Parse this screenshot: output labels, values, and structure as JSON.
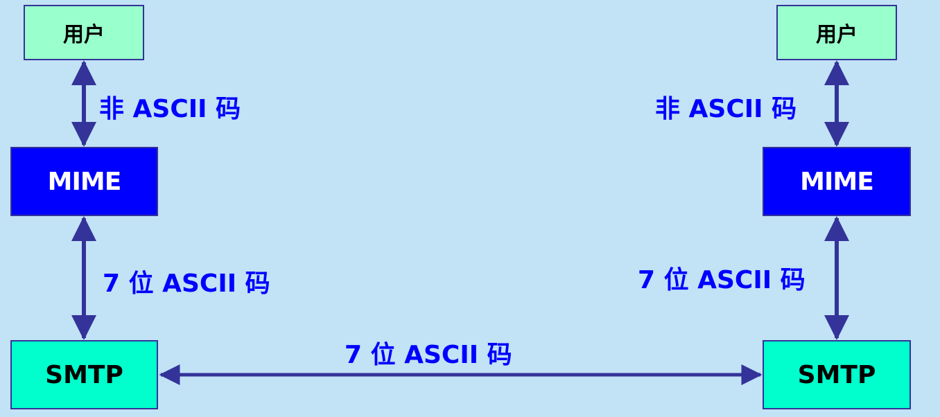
{
  "colors": {
    "background": "#c2e2f6",
    "user_box": "#99ffcc",
    "mime_box": "#0000ff",
    "smtp_box": "#00ffcc",
    "border": "#333399",
    "arrow": "#333399",
    "label_text": "#0000ff"
  },
  "left": {
    "user": "用户",
    "mime": "MIME",
    "smtp": "SMTP",
    "label_user_mime": "非 ASCII 码",
    "label_mime_smtp": "7 位 ASCII 码"
  },
  "right": {
    "user": "用户",
    "mime": "MIME",
    "smtp": "SMTP",
    "label_user_mime": "非 ASCII 码",
    "label_mime_smtp": "7 位 ASCII 码"
  },
  "transfer": {
    "label": "7 位 ASCII 码"
  }
}
